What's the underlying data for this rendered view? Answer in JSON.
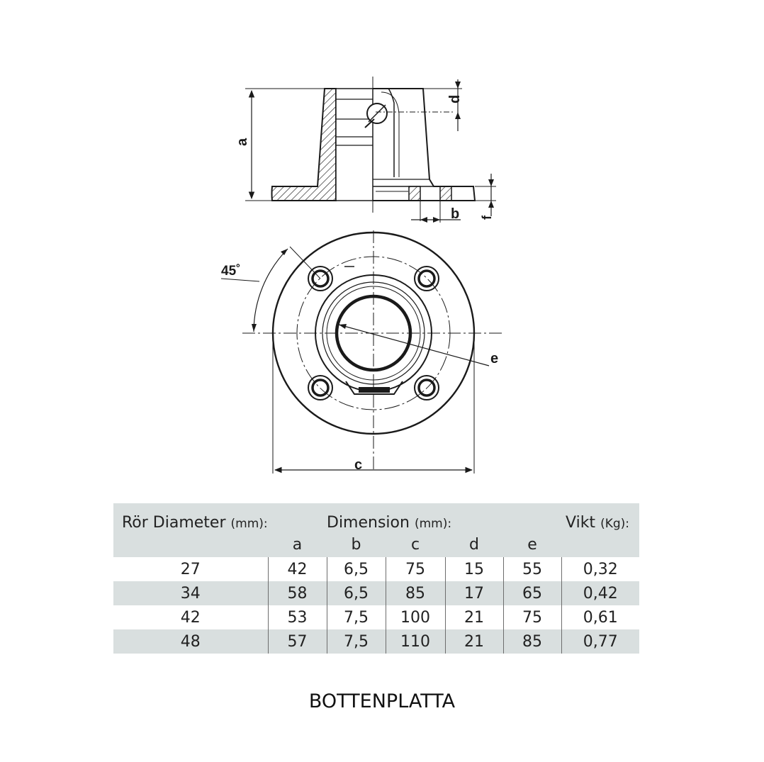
{
  "drawing": {
    "dimension_labels": {
      "a": "a",
      "b": "b",
      "c": "c",
      "d": "d",
      "e": "e",
      "f": "f",
      "angle": "45˚"
    }
  },
  "table": {
    "header": {
      "ror_label": "Rör Diameter",
      "ror_unit": "(mm):",
      "dimension_label": "Dimension",
      "dimension_unit": "(mm):",
      "vikt_label": "Vikt",
      "vikt_unit": "(Kg):"
    },
    "columns": [
      "a",
      "b",
      "c",
      "d",
      "e"
    ],
    "rows": [
      [
        "27",
        "42",
        "6,5",
        "75",
        "15",
        "55",
        "0,32"
      ],
      [
        "34",
        "58",
        "6,5",
        "85",
        "17",
        "65",
        "0,42"
      ],
      [
        "42",
        "53",
        "7,5",
        "100",
        "21",
        "75",
        "0,61"
      ],
      [
        "48",
        "57",
        "7,5",
        "110",
        "21",
        "85",
        "0,77"
      ]
    ]
  },
  "caption": "BOTTENPLATTA"
}
